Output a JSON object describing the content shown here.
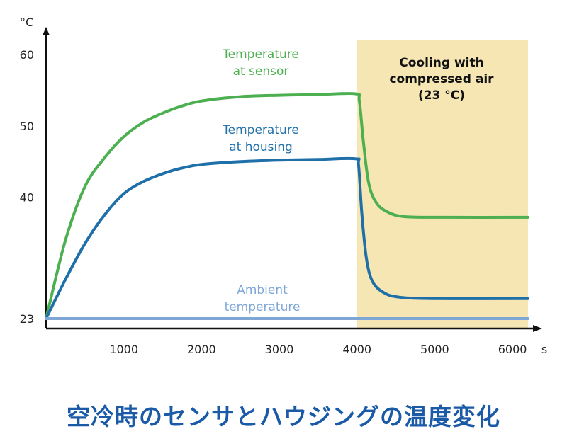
{
  "chart_data": {
    "type": "line",
    "y_unit": "°C",
    "x_unit": "s",
    "xlim": [
      0,
      6200
    ],
    "ylim": [
      23,
      61.5
    ],
    "x_ticks": [
      1000,
      2000,
      3000,
      4000,
      5000,
      6000
    ],
    "x_tick_labels": [
      "1000",
      "2000",
      "3000",
      "4000",
      "5000",
      "6000"
    ],
    "y_ticks": [
      23,
      40,
      50,
      60
    ],
    "y_tick_labels": [
      "23",
      "40",
      "50",
      "60"
    ],
    "grid": false,
    "highlight_region": {
      "x_range": [
        4000,
        6200
      ],
      "label_lines": [
        "Cooling with",
        "compressed air",
        "(23 °C)"
      ],
      "color": "#f5e6b4"
    },
    "series": [
      {
        "name": "Temperature at sensor",
        "label_lines": [
          "Temperature",
          "at sensor"
        ],
        "color": "#4caf50",
        "points": [
          [
            0,
            23
          ],
          [
            250,
            34
          ],
          [
            500,
            41.5
          ],
          [
            750,
            45.5
          ],
          [
            1000,
            48.5
          ],
          [
            1250,
            50.5
          ],
          [
            1500,
            51.8
          ],
          [
            1750,
            52.8
          ],
          [
            2000,
            53.5
          ],
          [
            2500,
            54.1
          ],
          [
            3000,
            54.3
          ],
          [
            3500,
            54.4
          ],
          [
            3980,
            54.5
          ],
          [
            4030,
            53.5
          ],
          [
            4080,
            48
          ],
          [
            4150,
            42
          ],
          [
            4250,
            39.2
          ],
          [
            4400,
            37.9
          ],
          [
            4600,
            37.3
          ],
          [
            5000,
            37.2
          ],
          [
            6200,
            37.2
          ]
        ]
      },
      {
        "name": "Temperature at housing",
        "label_lines": [
          "Temperature",
          "at housing"
        ],
        "color": "#1f6fa8",
        "points": [
          [
            0,
            23
          ],
          [
            250,
            28.5
          ],
          [
            500,
            33.5
          ],
          [
            750,
            37.5
          ],
          [
            1000,
            40.5
          ],
          [
            1250,
            42.2
          ],
          [
            1500,
            43.3
          ],
          [
            1750,
            44.1
          ],
          [
            2000,
            44.6
          ],
          [
            2500,
            45
          ],
          [
            3000,
            45.2
          ],
          [
            3500,
            45.3
          ],
          [
            3980,
            45.4
          ],
          [
            4020,
            44.5
          ],
          [
            4060,
            38
          ],
          [
            4120,
            31.5
          ],
          [
            4200,
            28.2
          ],
          [
            4350,
            26.6
          ],
          [
            4550,
            26
          ],
          [
            5000,
            25.8
          ],
          [
            6200,
            25.8
          ]
        ]
      },
      {
        "name": "Ambient temperature",
        "label_lines": [
          "Ambient",
          "temperature"
        ],
        "color": "#7ea7d6",
        "points": [
          [
            0,
            23
          ],
          [
            6200,
            23
          ]
        ]
      }
    ]
  },
  "caption": "空冷時のセンサとハウジングの温度変化"
}
